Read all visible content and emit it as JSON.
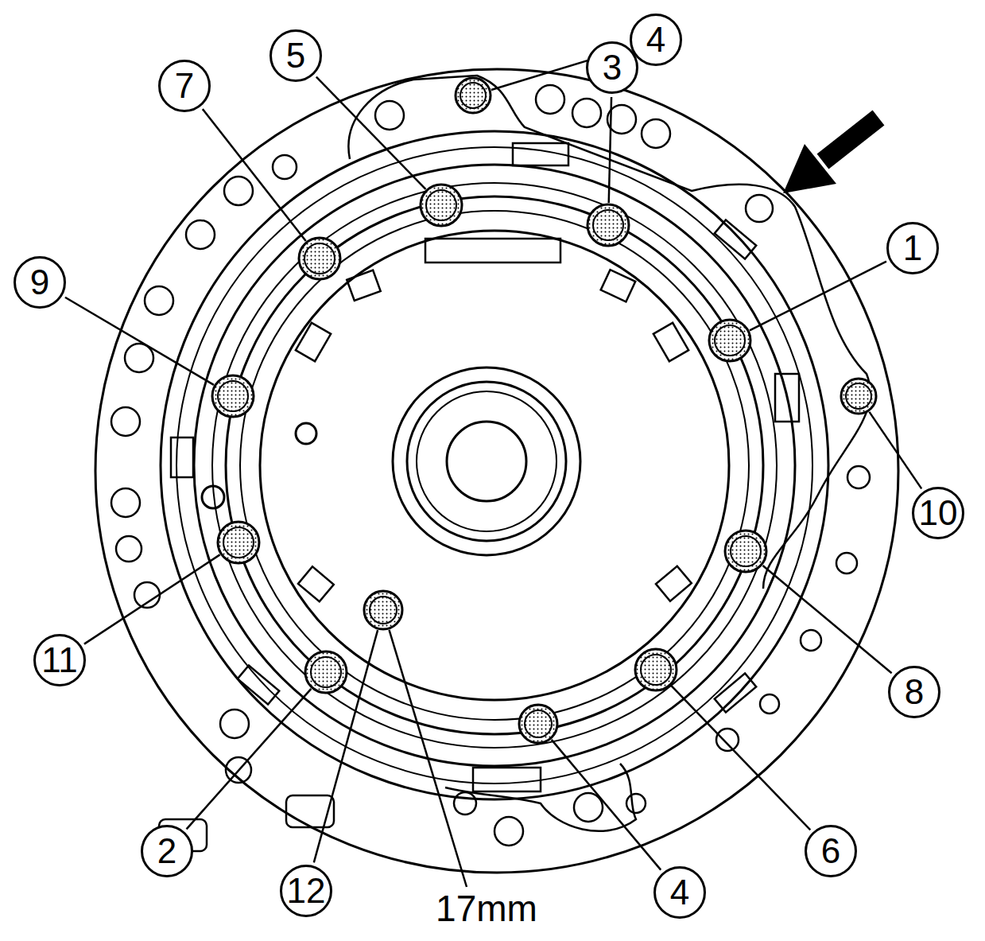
{
  "diagram": {
    "labels": [
      "4",
      "5",
      "3",
      "7",
      "1",
      "9",
      "10",
      "11",
      "8",
      "2",
      "6",
      "12",
      "4",
      "17mm"
    ]
  }
}
